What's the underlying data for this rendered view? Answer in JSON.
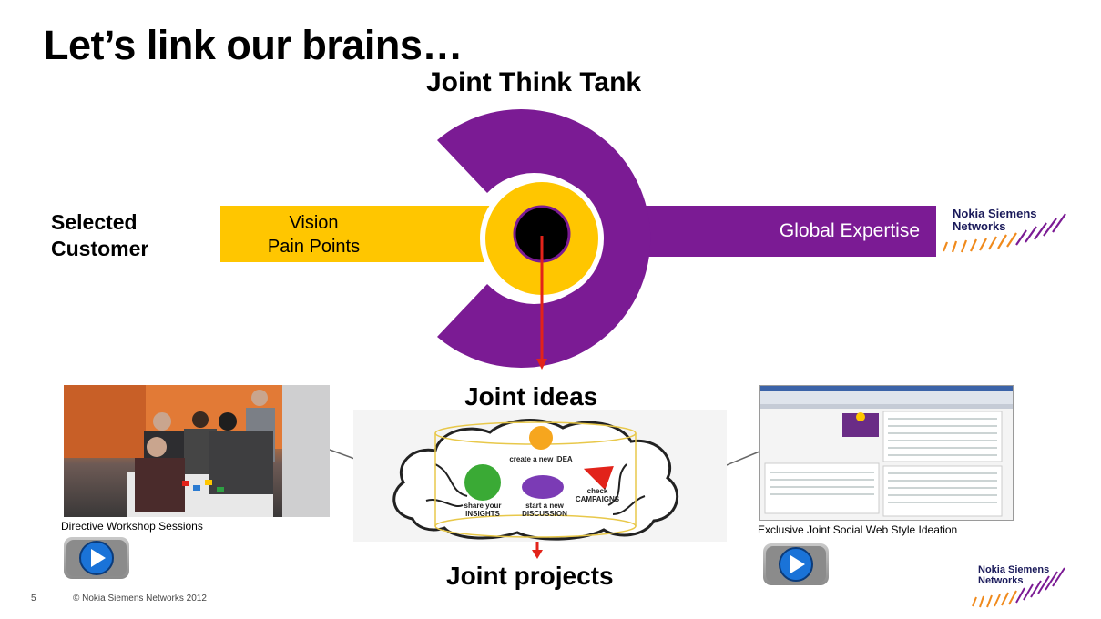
{
  "slide": {
    "title": "Let’s link our brains…",
    "think_tank_title": "Joint Think Tank",
    "customer_label": "Selected Customer",
    "vision_label": "Vision",
    "pain_points_label": "Pain Points",
    "expertise_label": "Global Expertise",
    "ideas_label": "Joint ideas",
    "projects_label": "Joint projects"
  },
  "media": {
    "left_caption": "Directive Workshop Sessions",
    "right_caption": "Exclusive Joint Social Web Style Ideation"
  },
  "brain_panel": {
    "idea_label": "create a new IDEA",
    "insights_label": "share your INSIGHTS",
    "discussion_label": "start a new DISCUSSION",
    "campaigns_label": "check CAMPAIGNS"
  },
  "logo": {
    "line1": "Nokia Siemens",
    "line2": "Networks"
  },
  "footer": {
    "page_number": "5",
    "copyright": "© Nokia Siemens Networks 2012"
  },
  "colors": {
    "purple": "#7b1b94",
    "yellow": "#ffc600",
    "red": "#e2231a"
  }
}
